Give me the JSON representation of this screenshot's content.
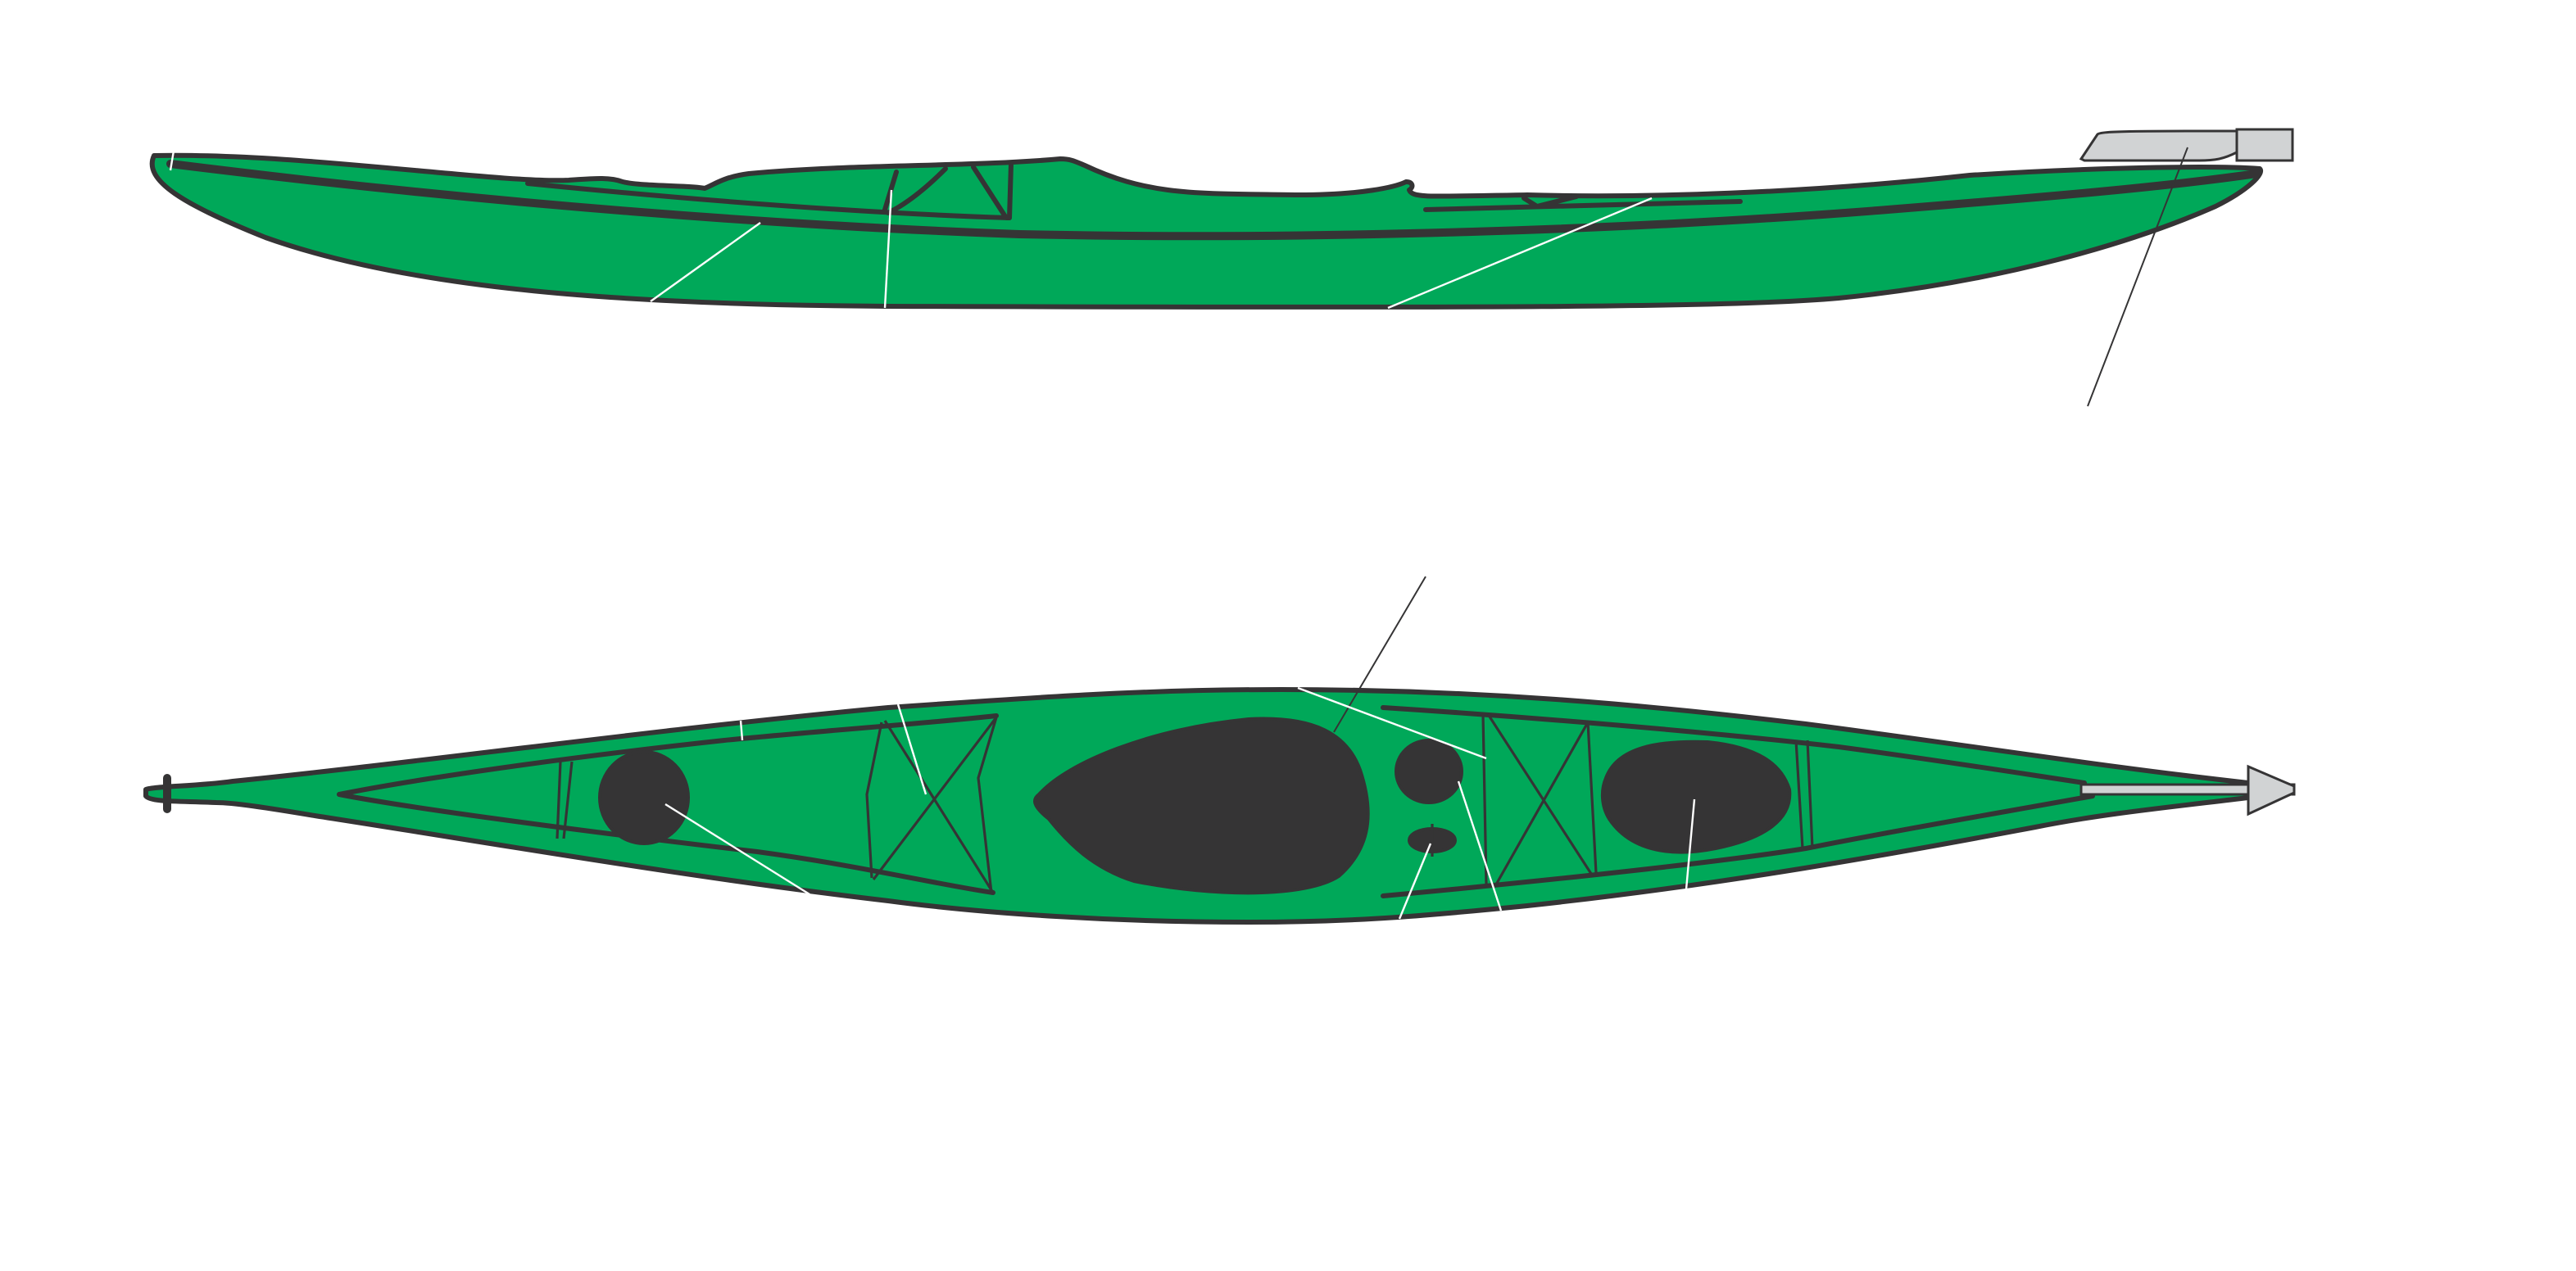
{
  "diagram": {
    "subject": "kayak",
    "views": [
      "side-view",
      "top-view"
    ]
  },
  "colors": {
    "hull": "#00a859",
    "outline": "#353435",
    "hatch": "#353435",
    "fitting": "#d1d3d4",
    "leader_light": "#ffffff",
    "leader_dark": "#353435",
    "background": "#ffffff"
  }
}
